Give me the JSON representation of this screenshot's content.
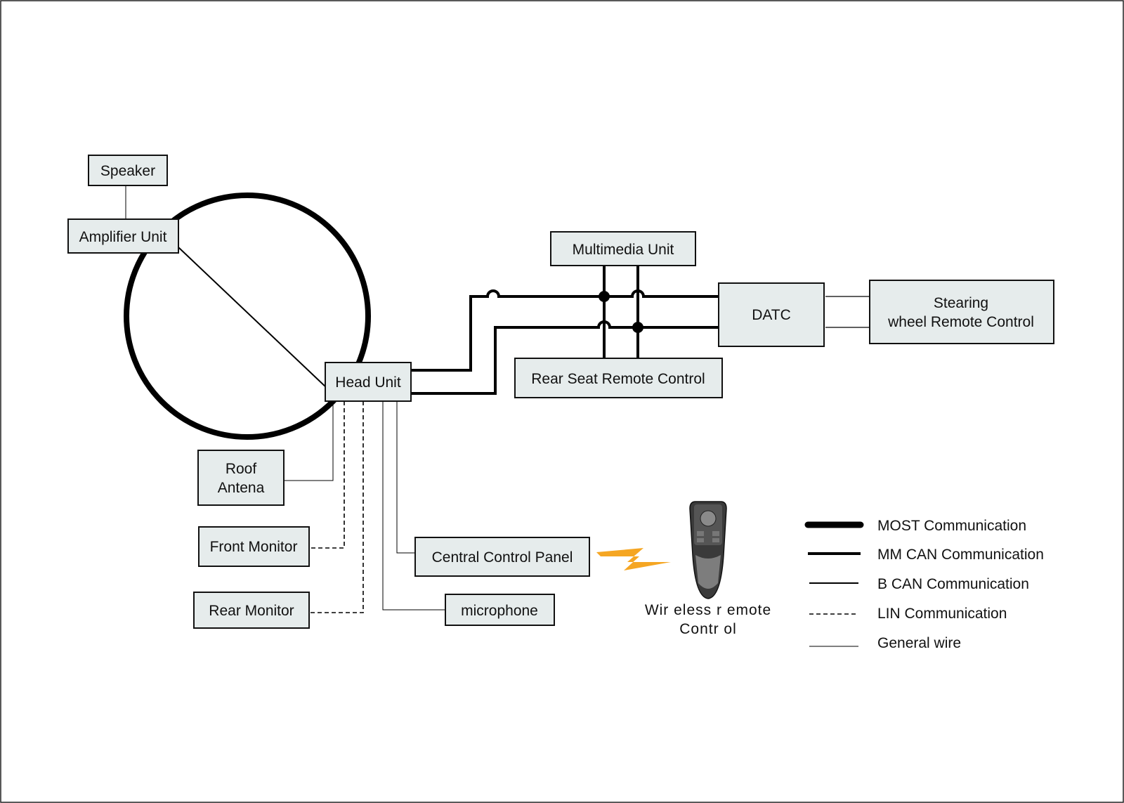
{
  "colors": {
    "box_fill": "#e6ecec",
    "line": "#000000",
    "wireless_signal": "#f5a623"
  },
  "nodes": {
    "speaker": "Speaker",
    "amplifier_unit": "Amplifier Unit",
    "head_unit": "Head Unit",
    "multimedia_unit": "Multimedia Unit",
    "datc": "DATC",
    "steering_remote": [
      "Stearing",
      "wheel Remote Control"
    ],
    "rear_seat_remote": "Rear Seat Remote Control",
    "roof_antena": [
      "Roof",
      "Antena"
    ],
    "front_monitor": "Front Monitor",
    "rear_monitor": "Rear Monitor",
    "central_control_panel": "Central Control Panel",
    "microphone": "microphone"
  },
  "wireless_remote": {
    "icon": "wireless-remote-device-icon",
    "caption": [
      "Wir eless r emote",
      "Contr ol"
    ]
  },
  "legend": [
    {
      "style": "most",
      "label": "MOST Communication"
    },
    {
      "style": "mm-can",
      "label": "MM CAN Communication"
    },
    {
      "style": "b-can",
      "label": "B CAN Communication"
    },
    {
      "style": "lin",
      "label": "LIN Communication"
    },
    {
      "style": "general",
      "label": "General wire"
    }
  ]
}
